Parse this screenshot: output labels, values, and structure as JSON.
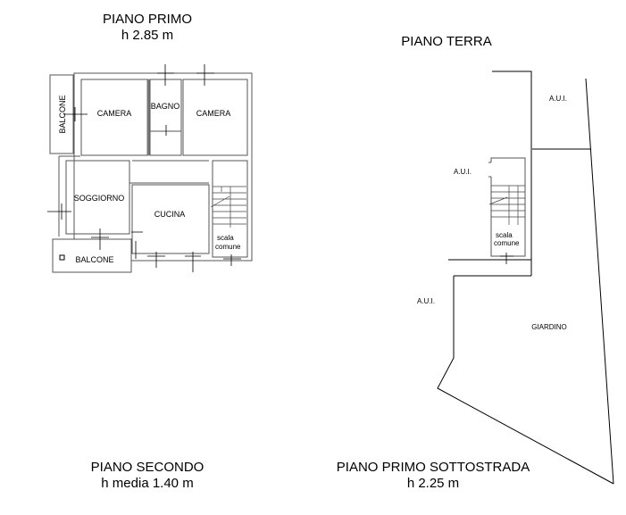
{
  "titles": {
    "top_left": {
      "name": "PIANO PRIMO",
      "height": "h 2.85 m"
    },
    "top_right": {
      "name": "PIANO TERRA"
    },
    "bottom_left": {
      "name": "PIANO SECONDO",
      "height": "h media 1.40 m"
    },
    "bottom_right": {
      "name": "PIANO PRIMO SOTTOSTRADA",
      "height": "h 2.25 m"
    }
  },
  "plan_left": {
    "rooms": {
      "balcone_top": "BALCONE",
      "camera1": "CAMERA",
      "bagno": "BAGNO",
      "camera2": "CAMERA",
      "soggiorno": "SOGGIORNO",
      "cucina": "CUCINA",
      "scala1": "scala",
      "scala2": "comune",
      "balcone_bottom": "BALCONE"
    }
  },
  "plan_right": {
    "labels": {
      "aui_top": "A.U.I.",
      "aui_mid": "A.U.I.",
      "aui_low": "A.U.I.",
      "giardino": "GIARDINO",
      "scala1": "scala",
      "scala2": "comune"
    }
  }
}
